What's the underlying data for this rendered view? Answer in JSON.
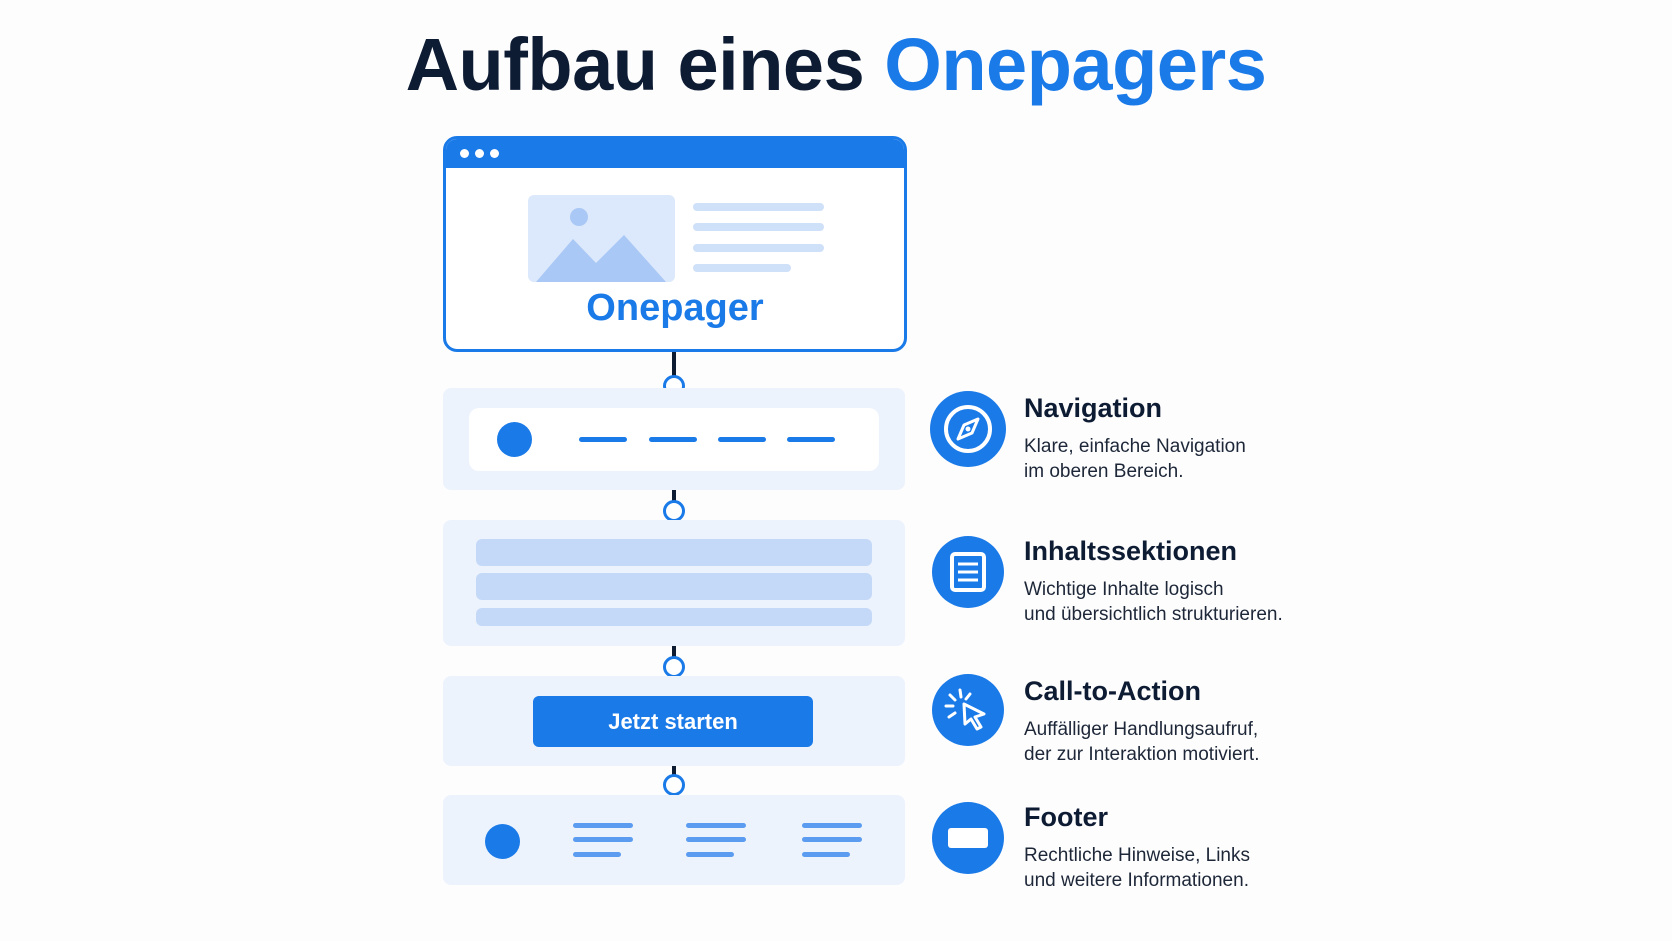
{
  "title": {
    "prefix": "Aufbau eines",
    "accent": "Onepagers"
  },
  "colors": {
    "accent": "#1a7ae8",
    "dark": "#0d1b33",
    "section_bg": "#edf3fc",
    "light_blue": "#c4d8f7"
  },
  "mockup": {
    "browser_label": "Onepager",
    "cta_label": "Jetzt starten"
  },
  "features": [
    {
      "title": "Navigation",
      "description_line1": "Klare, einfache Navigation",
      "description_line2": "im oberen Bereich.",
      "icon": "compass-icon"
    },
    {
      "title": "Inhaltssektionen",
      "description_line1": "Wichtige Inhalte logisch",
      "description_line2": "und übersichtlich strukturieren.",
      "icon": "document-lines-icon"
    },
    {
      "title": "Call-to-Action",
      "description_line1": "Auffälliger Handlungsaufruf,",
      "description_line2": "der zur Interaktion motiviert.",
      "icon": "cursor-click-icon"
    },
    {
      "title": "Footer",
      "description_line1": "Rechtliche Hinweise, Links",
      "description_line2": "und weitere Informationen.",
      "icon": "footer-bar-icon"
    }
  ]
}
